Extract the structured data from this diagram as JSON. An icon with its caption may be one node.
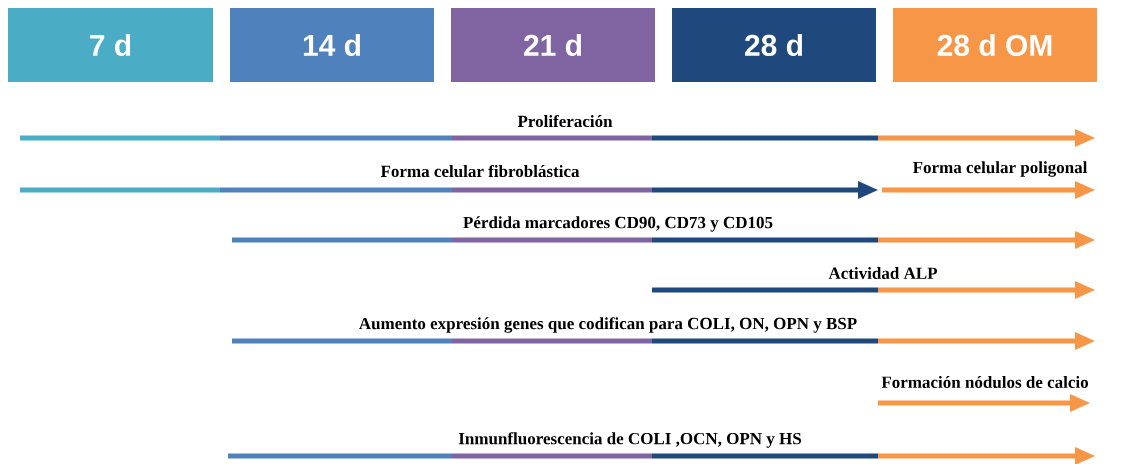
{
  "diagram": {
    "nodes": [
      {
        "text": [
          "7 d"
        ]
      },
      {
        "text": [
          "14 d"
        ]
      },
      {
        "text": [
          "21 d"
        ]
      },
      {
        "text": [
          "28 d"
        ]
      },
      {
        "text": [
          "28 d OM"
        ]
      },
      {
        "text": [],
        "shape": "arrow",
        "beside": [
          "Proliferación"
        ]
      },
      {
        "text": [],
        "shape": "arrow",
        "beside": [
          "Forma celular fibroblástica"
        ]
      },
      {
        "text": [],
        "shape": "arrow",
        "beside": [
          "Forma celular poligonal"
        ]
      },
      {
        "text": [],
        "shape": "arrow",
        "beside": [
          "Pérdida marcadores CD90, CD73 y CD105"
        ]
      },
      {
        "text": [],
        "shape": "arrow",
        "beside": [
          "Actividad ALP"
        ]
      },
      {
        "text": [],
        "shape": "arrow",
        "beside": [
          "Aumento expresión genes que codifican para COLI, ON, OPN y BSP"
        ]
      },
      {
        "text": [],
        "shape": "arrow",
        "beside": [
          "Formación nódulos de calcio"
        ]
      },
      {
        "text": [],
        "shape": "arrow",
        "beside": [
          "Inmunfluorescencia de COLI ,OCN, OPN y HS"
        ]
      }
    ]
  }
}
